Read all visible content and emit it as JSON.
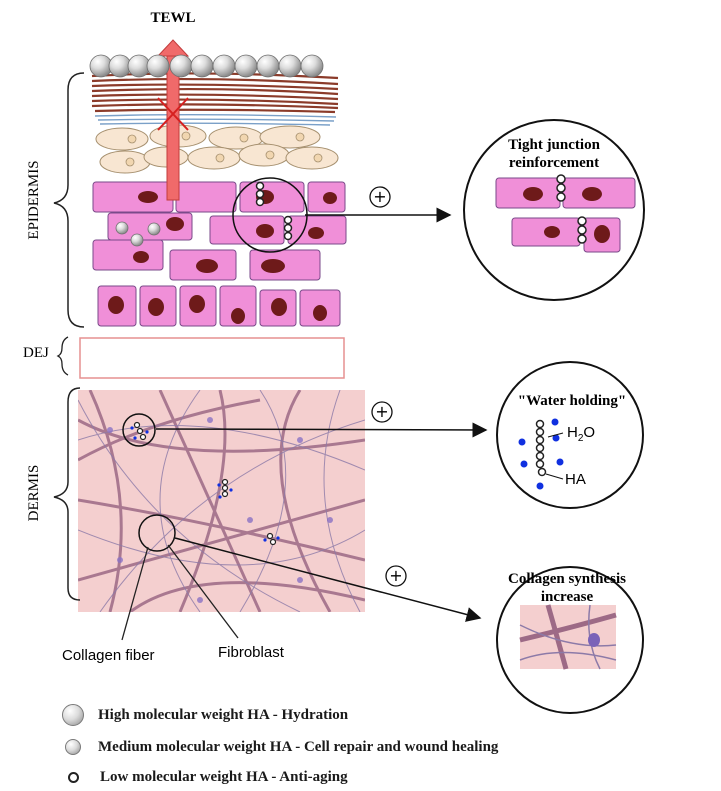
{
  "labels": {
    "tewl": "TEWL",
    "epidermis": "EPIDERMIS",
    "dej": "DEJ",
    "dermis": "DERMIS",
    "collagen_fiber": "Collagen fiber",
    "fibroblast": "Fibroblast",
    "plus": "+"
  },
  "callouts": {
    "tight_junction": {
      "line1": "Tight junction",
      "line2": "reinforcement"
    },
    "water_holding": {
      "title": "\"Water holding\"",
      "h2o_main": "H",
      "h2o_sub": "2",
      "h2o_end": "O",
      "ha": "HA"
    },
    "collagen_synthesis": {
      "line1": "Collagen synthesis",
      "line2": "increase"
    }
  },
  "legend": [
    {
      "icon": "high-mw-ha-sphere-icon",
      "text": "High molecular weight HA - Hydration"
    },
    {
      "icon": "medium-mw-ha-sphere-icon",
      "text": "Medium molecular weight HA - Cell repair and wound healing"
    },
    {
      "icon": "low-mw-ha-ring-icon",
      "text": "Low molecular weight HA - Anti-aging"
    }
  ],
  "colors": {
    "cell_pink": "#f08fd8",
    "nucleus": "#6e1a1a",
    "stratum_corneum": "#8b3b2a",
    "granular_cell": "#f8e6d2",
    "tewl_arrow": "#f06a6a",
    "dermis_bg": "#f4cfcf",
    "collagen_fiber": "#9d6a86",
    "water_dot": "#1030e0"
  }
}
